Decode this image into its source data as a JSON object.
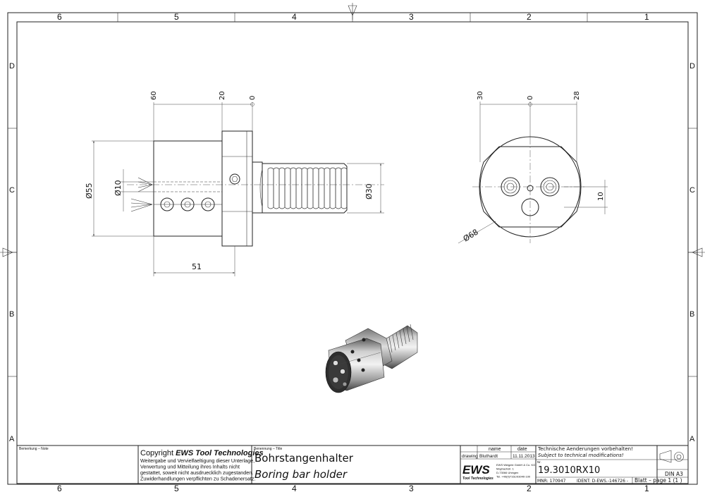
{
  "frame": {
    "columns": [
      "6",
      "5",
      "4",
      "3",
      "2",
      "1"
    ],
    "rows": [
      "D",
      "C",
      "B",
      "A"
    ]
  },
  "dimensions": {
    "side_top_60": "60",
    "side_top_20": "20",
    "side_top_0": "0",
    "side_dia55": "Ø55",
    "side_dia10": "Ø10",
    "side_dia30": "Ø30",
    "side_bottom_51": "51",
    "front_top_30": "30",
    "front_top_0": "0",
    "front_top_28": "28",
    "front_right_10": "10",
    "front_dia68": "Ø68"
  },
  "title_block": {
    "remark_label": "Bemerkung – Note",
    "copyright_prefix": "Copyright ",
    "copyright_brand": "EWS Tool Technologies",
    "copyright_lines": [
      "Weitergabe und Vervielfaeltigung dieser Unterlage,",
      "Verwertung und Mitteilung ihres Inhalts nicht",
      "gestattet, soweit nicht ausdruecklich zugestanden.",
      "Zuwiderhandlungen verpflichten zu Schadenersatz."
    ],
    "title_label": "Benennung – Title",
    "title_de": "Bohrstangenhalter",
    "title_en": "Boring bar holder",
    "col_name": "name",
    "col_date": "date",
    "row_drawing": "drawing",
    "drawn_by": "Bluthardt",
    "drawn_date": "11.11.2013",
    "logo": "EWS",
    "logo_sub": "Tool Technologies",
    "company_lines": [
      "EWS Weigele GmbH & Co. KG",
      "Maybachstr. 1",
      "D-73066 Uhingen",
      "Tel. +49(0)7161/93040-100"
    ],
    "notice_de": "Technische Aenderungen vorbehalten!",
    "notice_en": "Subject to technical modifications!",
    "nr_label": "Nr.",
    "part_number": "19.3010RX10",
    "mnr": "MNR: 170947",
    "ident": "IDENT: D-EWS.-146726 -",
    "sheet": "Blatt – page  1 (1 )",
    "format": "DIN A3"
  }
}
